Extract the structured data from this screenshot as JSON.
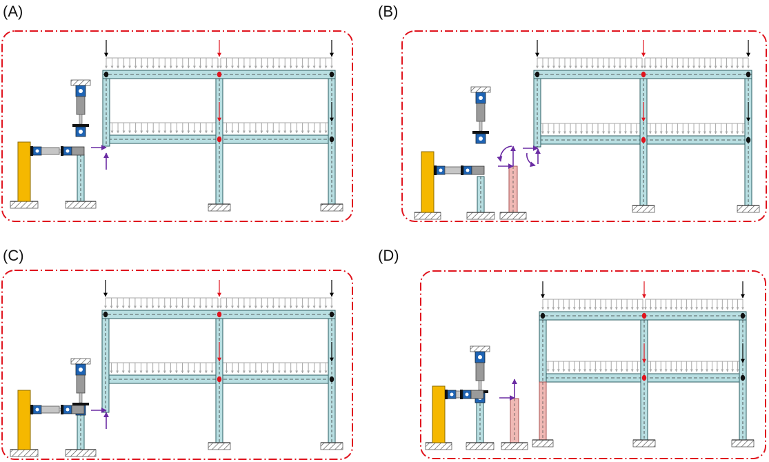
{
  "panels": [
    {
      "label": "(A)",
      "variant": "A"
    },
    {
      "label": "(B)",
      "variant": "B"
    },
    {
      "label": "(C)",
      "variant": "C"
    },
    {
      "label": "(D)",
      "variant": "D"
    }
  ],
  "colors": {
    "beam_fill": "#b9dfe2",
    "beam_stroke": "#2d5c62",
    "load_arrow": "#a7a7a7",
    "point_load_edge": "#000000",
    "point_load_center": "#e0141e",
    "boundary": "#e0141e",
    "reaction": "#6a2ba3",
    "reaction_wall": "#f5b800",
    "actuator_blue": "#1f64b4",
    "actuator_grey": "#9a9a9a",
    "removed_column": "#f0b9b5"
  }
}
